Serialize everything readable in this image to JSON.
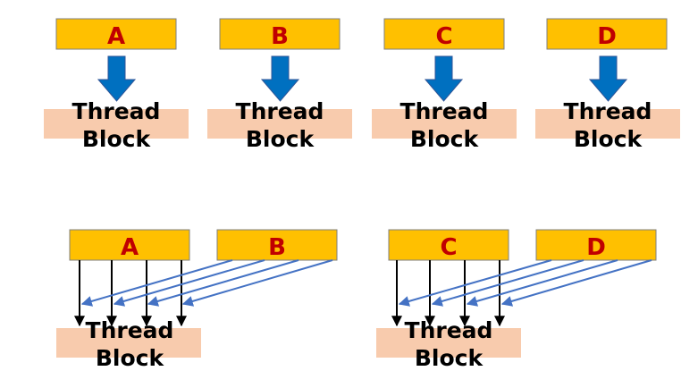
{
  "colors": {
    "data_box_fill": "#FFC000",
    "data_box_stroke": "#7f7f7f",
    "data_label": "#C00000",
    "block_fill": "#F8CBAD",
    "block_text": "#000000",
    "big_arrow": "#0070C0",
    "big_arrow_stroke": "#2F5597",
    "black_arrow": "#000000",
    "blue_arrow": "#4472C4"
  },
  "top_row": {
    "items": [
      {
        "label": "A",
        "block_line1": "Thread",
        "block_line2": "Block"
      },
      {
        "label": "B",
        "block_line1": "Thread",
        "block_line2": "Block"
      },
      {
        "label": "C",
        "block_line1": "Thread",
        "block_line2": "Block"
      },
      {
        "label": "D",
        "block_line1": "Thread",
        "block_line2": "Block"
      }
    ]
  },
  "bottom_row": {
    "groups": [
      {
        "primary": "A",
        "secondary": "B",
        "block_line1": "Thread",
        "block_line2": "Block"
      },
      {
        "primary": "C",
        "secondary": "D",
        "block_line1": "Thread",
        "block_line2": "Block"
      }
    ]
  }
}
